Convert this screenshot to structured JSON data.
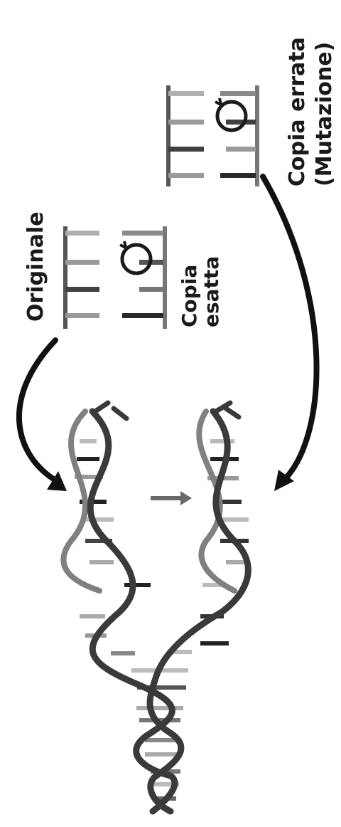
{
  "labels": {
    "original": "Originale",
    "exact_copy_line1": "Copia",
    "exact_copy_line2": "esatta",
    "wrong_copy_line1": "Copia errata",
    "wrong_copy_line2": "(Mutazione)"
  },
  "colors": {
    "strand_dark": "#3a3a3a",
    "strand_light": "#7f7f7f",
    "rung_dark": "#1e1e1e",
    "rung_light": "#b9b9b9",
    "text": "#1a1a1a"
  }
}
